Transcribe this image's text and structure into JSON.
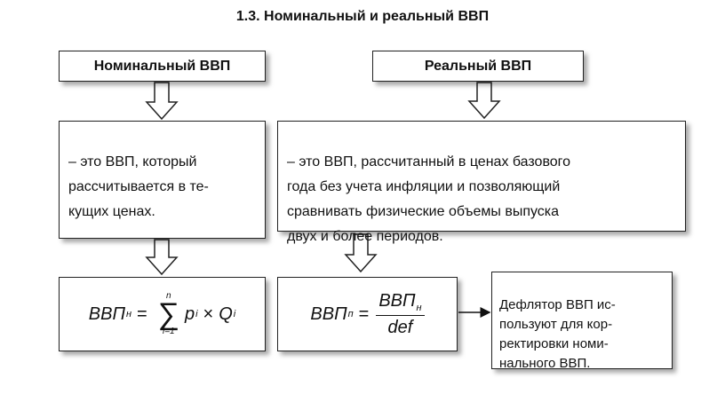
{
  "title": "1.3. Номинальный и реальный ВВП",
  "nominal": {
    "header": "Номинальный ВВП",
    "description": "– это ВВП, который\nрассчитывается в те-\nкущих ценах.",
    "formula": {
      "lhs": "ВВП",
      "lhs_sub": "н",
      "upper": "n",
      "sigma": "∑",
      "lower": "i=1",
      "p": "p",
      "p_sub": "i",
      "times": "×",
      "q": "Q",
      "q_sub": "i",
      "eq": "="
    }
  },
  "real": {
    "header": "Реальный ВВП",
    "description": "– это ВВП, рассчитанный в ценах базового\nгода без учета инфляции и позволяющий\nсравнивать физические объемы выпуска\nдвух и более периодов.",
    "formula": {
      "lhs": "ВВП",
      "lhs_sub": "п",
      "eq": "=",
      "num": "ВВП",
      "num_sub": "н",
      "den": "def"
    }
  },
  "deflator_note": "Дефлятор ВВП ис-\nпользуют для кор-\nректировки номи-\nнального ВВП."
}
